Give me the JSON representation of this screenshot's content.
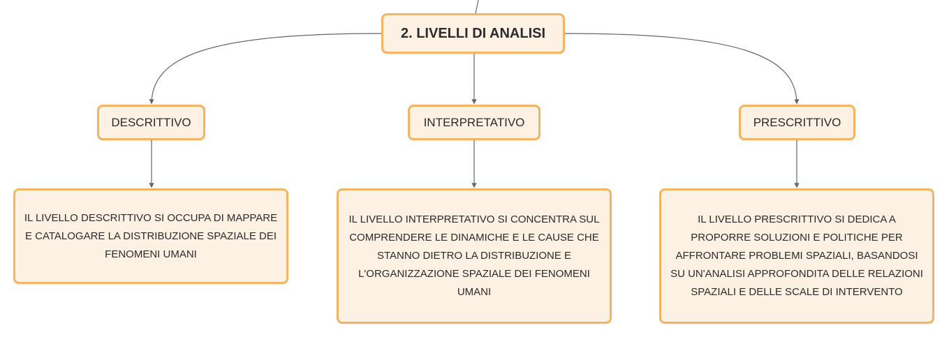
{
  "root": {
    "label": "2. LIVELLI DI ANALISI"
  },
  "levels": [
    {
      "label": "DESCRITTIVO",
      "description": "IL LIVELLO DESCRITTIVO SI OCCUPA DI MAPPARE E CATALOGARE LA DISTRIBUZIONE SPAZIALE DEI FENOMENI UMANI"
    },
    {
      "label": "INTERPRETATIVO",
      "description": "IL LIVELLO INTERPRETATIVO SI CONCENTRA SUL COMPRENDERE LE DINAMICHE E LE CAUSE CHE STANNO DIETRO LA DISTRIBUZIONE E L'ORGANIZZAZIONE SPAZIALE DEI FENOMENI UMANI"
    },
    {
      "label": "PRESCRITTIVO",
      "description": "IL LIVELLO PRESCRITTIVO SI DEDICA A PROPORRE SOLUZIONI E POLITICHE PER AFFRONTARE PROBLEMI SPAZIALI, BASANDOSI SU UN'ANALISI APPROFONDITA DELLE RELAZIONI SPAZIALI E DELLE SCALE DI INTERVENTO"
    }
  ]
}
